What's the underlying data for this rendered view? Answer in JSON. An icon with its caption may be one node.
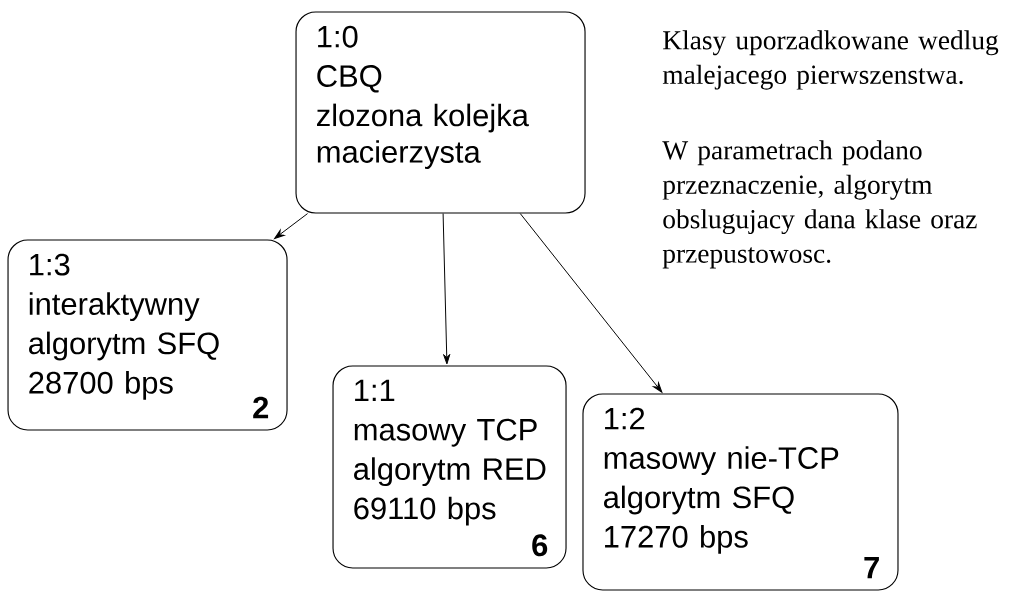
{
  "diagram": {
    "nodes": [
      {
        "text": [
          "1:0",
          "CBQ",
          "zlozona kolejka macierzysta"
        ]
      },
      {
        "text": [
          "1:3",
          "interaktywny",
          "algorytm SFQ",
          "28700 bps",
          "2"
        ]
      },
      {
        "text": [
          "1:1",
          "masowy TCP",
          "algorytm RED",
          "69110 bps",
          "6"
        ]
      },
      {
        "text": [
          "1:2",
          "masowy nie-TCP",
          "algorytm SFQ",
          "17270 bps",
          "7"
        ]
      }
    ],
    "edges": [
      {
        "from": 0,
        "to": 1,
        "arrow": "to"
      },
      {
        "from": 0,
        "to": 2,
        "arrow": "to"
      },
      {
        "from": 0,
        "to": 3,
        "arrow": "to"
      }
    ],
    "labels": [
      "Klasy uporzadkowane wedlug malejacego pierwszenstwa.",
      "W parametrach podano przeznaczenie, algorytm obslugujacy dana klase oraz przepustowosc."
    ]
  }
}
